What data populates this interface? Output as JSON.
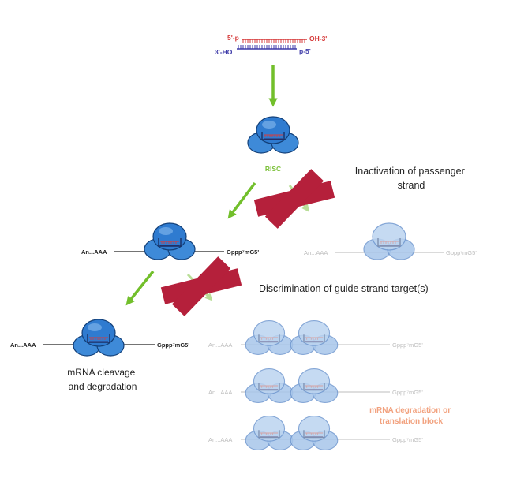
{
  "sirna": {
    "top_left": "5'-p",
    "top_right": "OH-3'",
    "bottom_left": "3'-HO",
    "bottom_right": "p-5'"
  },
  "risc_label": "RISC",
  "inactivation_label": [
    "Inactivation of passenger",
    "strand"
  ],
  "discrimination_label": "Discrimination of guide strand target(s)",
  "mrna": {
    "polya": "An...AAA",
    "cap": "Gppp⁷mG5'"
  },
  "cleavage_label": [
    "mRNA cleavage",
    "and degradation"
  ],
  "translation_label": [
    "mRNA degradation or",
    "translation block"
  ],
  "colors": {
    "arrow": "#72bf2b",
    "arrow_faded": "#b9de98",
    "cross": "#b5203b",
    "risc_dark": "#1f63b0",
    "risc_mid": "#3e8ad8",
    "risc_faded": "#a8c6ea",
    "strand_red": "#d63b3b",
    "strand_blue": "#3d3aa8",
    "risc_text": "#7cc13a",
    "salmon": "#f2a27f"
  }
}
